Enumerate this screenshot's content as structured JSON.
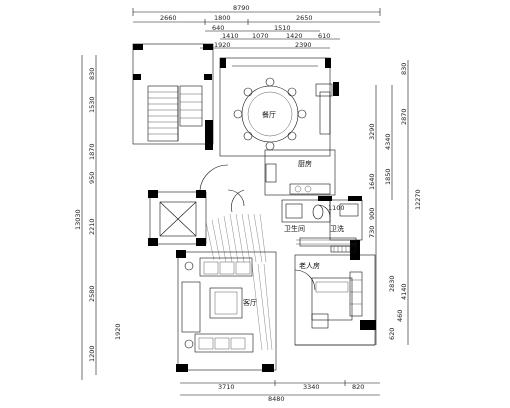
{
  "dimensions": {
    "top_overall": "8790",
    "top_row1": [
      "2660",
      "1800",
      "2650"
    ],
    "top_row2_small": [
      "640",
      "1510"
    ],
    "top_row3": [
      "1410",
      "1070",
      "1420",
      "610"
    ],
    "top_row4": [
      "1920",
      "2390"
    ],
    "left": [
      "830",
      "1530",
      "1870",
      "950",
      "2210",
      "2580",
      "1920",
      "1200"
    ],
    "left_overall": "13030",
    "right_inner": [
      "3290",
      "1640",
      "1100",
      "900",
      "730",
      "2830",
      "460",
      "620"
    ],
    "right_mid": [
      "4340",
      "1850"
    ],
    "right_outer": [
      "830",
      "2870",
      "12270",
      "4140"
    ],
    "bottom_row1": [
      "3710",
      "3340",
      "820"
    ],
    "bottom_overall": "8480"
  },
  "rooms": {
    "dining": "餐厅",
    "kitchen": "厨房",
    "living": "客厅",
    "elder_room": "老人房",
    "bathroom": "卫生间",
    "washroom": "卫洗"
  }
}
